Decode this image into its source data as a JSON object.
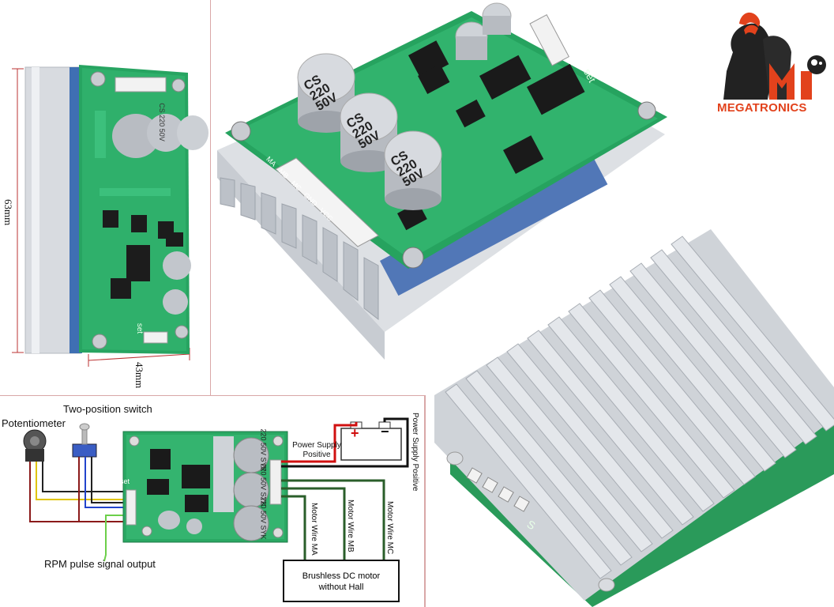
{
  "brand": {
    "name": "MEGATRONICS",
    "colors": {
      "accent": "#e2421c",
      "dark": "#222222"
    }
  },
  "side_view": {
    "height_label": "63mm",
    "width_label": "43mm",
    "cap_text": [
      "CS",
      "220",
      "50V"
    ],
    "set_text": "set"
  },
  "top_view": {
    "cap_text": [
      "CS",
      "220",
      "50V"
    ],
    "terminals": [
      "MA",
      "MB",
      "MC",
      "GND",
      "VCC"
    ],
    "set_text": "set"
  },
  "heatsink_view": {
    "edge_text": "S"
  },
  "wiring": {
    "potentiometer": "Potentiometer",
    "switch": "Two-position switch",
    "rpm": "RPM pulse signal output",
    "ps_positive": "Power Supply Positive",
    "ps_positive_side": "Power Supply Positive",
    "wire_ma": "Motor Wire MA",
    "wire_mb": "Motor Wire MB",
    "wire_mc": "Motor Wire MC",
    "motor_line1": "Brushless DC motor",
    "motor_line2": "without Hall",
    "cap_text": [
      "220",
      "50V",
      "SYK"
    ],
    "set_text": "set",
    "battery_plus": "+",
    "battery_minus": "−"
  }
}
